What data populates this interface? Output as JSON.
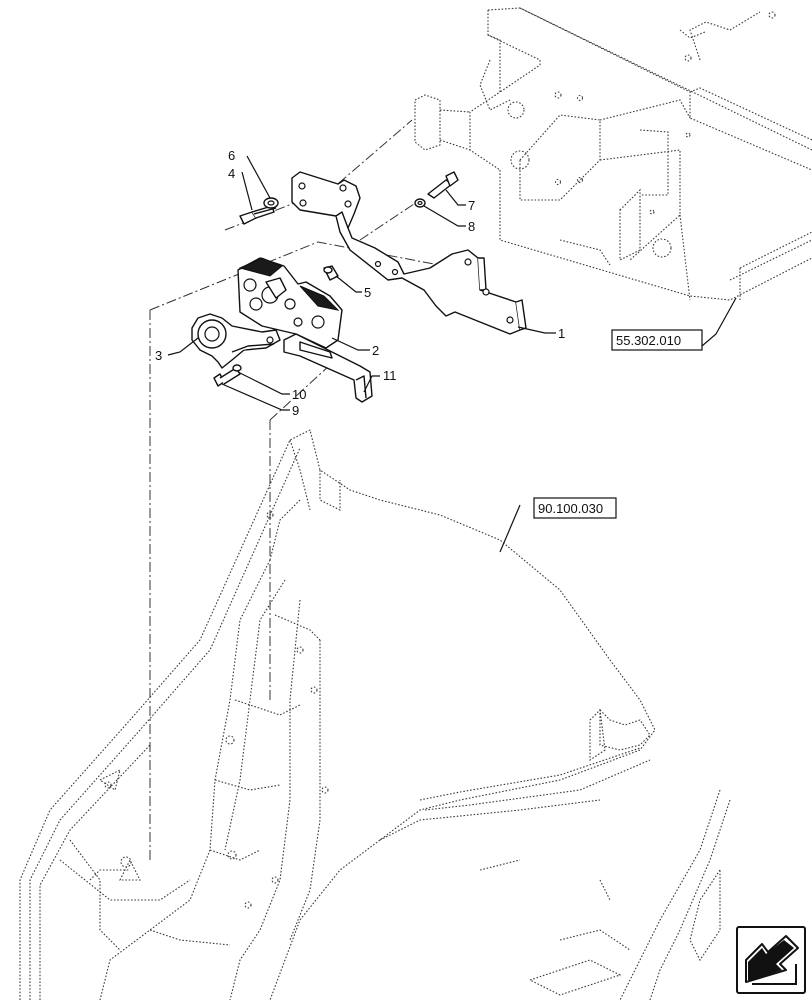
{
  "callouts": {
    "c1": "1",
    "c2": "2",
    "c3": "3",
    "c4": "4",
    "c5": "5",
    "c6": "6",
    "c7": "7",
    "c8": "8",
    "c9": "9",
    "c10": "10",
    "c11": "11"
  },
  "references": {
    "ref_frame": "55.302.010",
    "ref_fender": "90.100.030"
  },
  "navigation": {
    "icon": "back-arrow-icon"
  }
}
